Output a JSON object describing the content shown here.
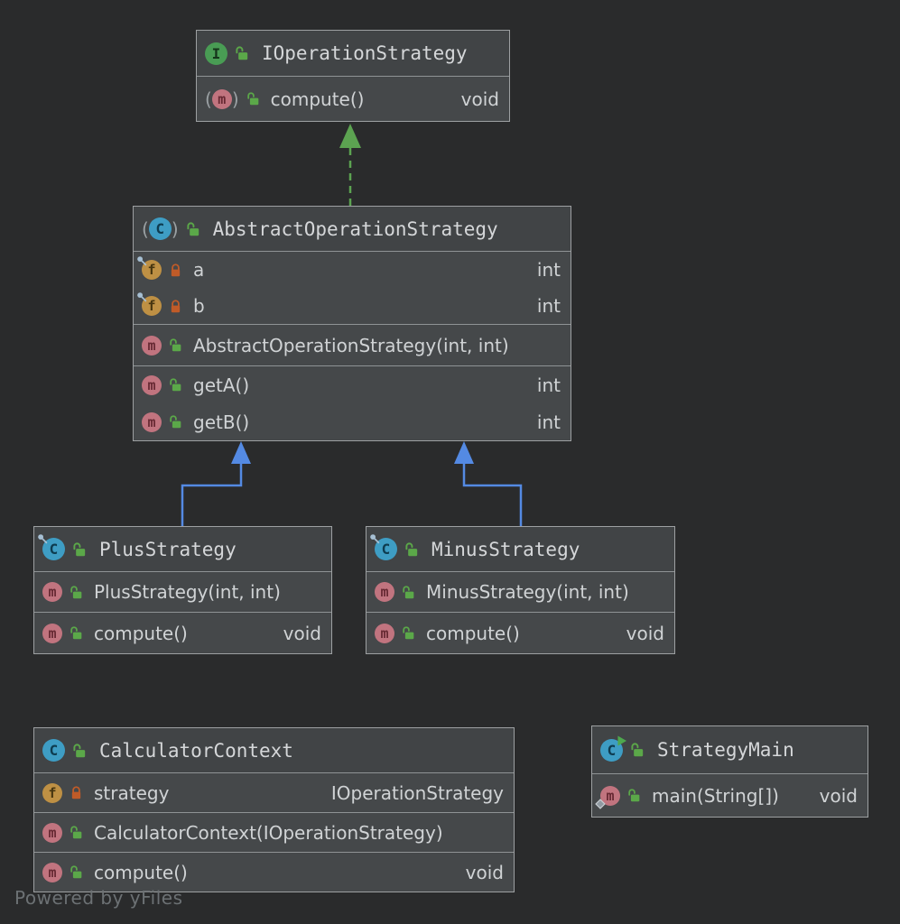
{
  "glyphs": {
    "interface_letter": "I",
    "class_letter": "C",
    "method_letter": "m",
    "field_letter": "f",
    "paren_open": "(",
    "paren_close": ")"
  },
  "colors": {
    "canvas_bg": "#2a2b2c",
    "node_bg": "#45484a",
    "node_title_bg": "#414446",
    "node_border": "#9da0a2",
    "text": "#d0d3d5",
    "interface_icon": "#499C54",
    "class_icon": "#3E9DC4",
    "method_icon": "#C1747F",
    "field_icon": "#BE9044",
    "lock_public": "#5BA849",
    "lock_private": "#C05B28",
    "edge_realization": "#5CA351",
    "edge_inheritance": "#548AE3",
    "watermark": "#6c7174"
  },
  "nodes": {
    "ioperation_strategy": {
      "title": "IOperationStrategy",
      "compute_name": "compute()",
      "compute_type": "void"
    },
    "abstract_operation_strategy": {
      "title": "AbstractOperationStrategy",
      "field_a_name": "a",
      "field_a_type": "int",
      "field_b_name": "b",
      "field_b_type": "int",
      "constructor_name": "AbstractOperationStrategy(int, int)",
      "get_a_name": "getA()",
      "get_a_type": "int",
      "get_b_name": "getB()",
      "get_b_type": "int"
    },
    "plus_strategy": {
      "title": "PlusStrategy",
      "constructor_name": "PlusStrategy(int, int)",
      "compute_name": "compute()",
      "compute_type": "void"
    },
    "minus_strategy": {
      "title": "MinusStrategy",
      "constructor_name": "MinusStrategy(int, int)",
      "compute_name": "compute()",
      "compute_type": "void"
    },
    "calculator_context": {
      "title": "CalculatorContext",
      "field_name": "strategy",
      "field_type": "IOperationStrategy",
      "constructor_name": "CalculatorContext(IOperationStrategy)",
      "compute_name": "compute()",
      "compute_type": "void"
    },
    "strategy_main": {
      "title": "StrategyMain",
      "main_name": "main(String[])",
      "main_type": "void"
    }
  },
  "edges": [
    {
      "kind": "realization",
      "from": "AbstractOperationStrategy",
      "to": "IOperationStrategy",
      "line": "dashed",
      "color": "#5CA351"
    },
    {
      "kind": "inheritance",
      "from": "PlusStrategy",
      "to": "AbstractOperationStrategy",
      "line": "solid",
      "color": "#548AE3"
    },
    {
      "kind": "inheritance",
      "from": "MinusStrategy",
      "to": "AbstractOperationStrategy",
      "line": "solid",
      "color": "#548AE3"
    }
  ],
  "watermark": {
    "label": "Powered by yFiles"
  }
}
